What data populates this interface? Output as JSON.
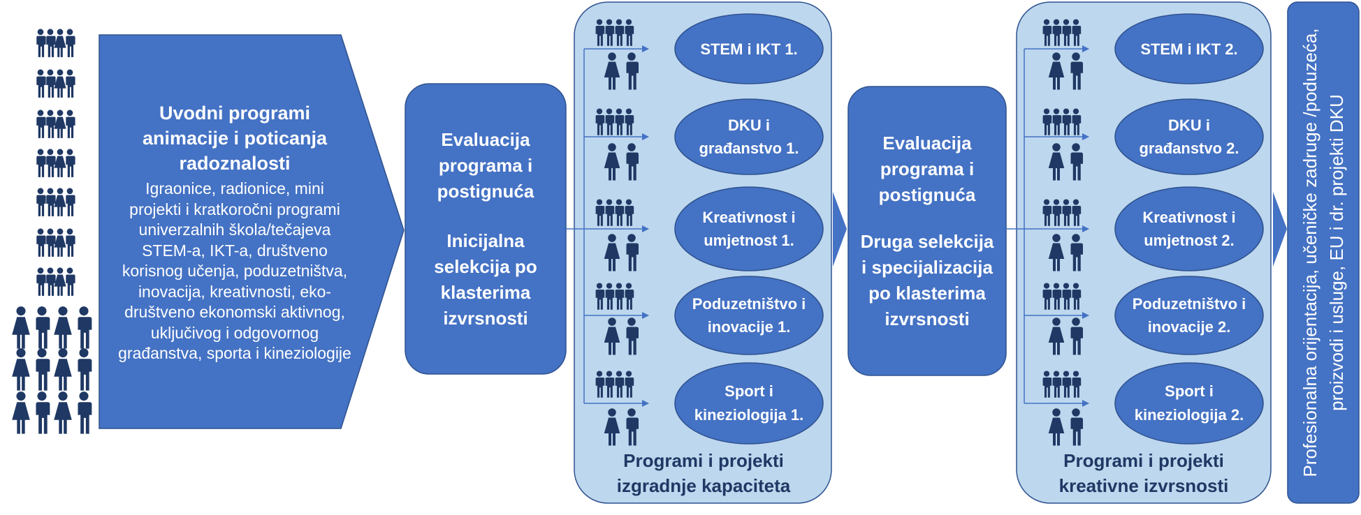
{
  "colors": {
    "primary": "#4472c4",
    "primary_dark": "#2f528f",
    "panel": "#bdd7ee",
    "person": "#1f3864",
    "connector": "#4472c4"
  },
  "intro": {
    "title": "Uvodni programi animacije i poticanja radoznalosti",
    "body": "Igraonice, radionice, mini projekti i kratkoročni programi univerzalnih škola/tečajeva STEM-a, IKT-a, društveno korisnog učenja, poduzetništva, inovacija, kreativnosti, eko-društveno ekonomski aktivnog, uključivog i odgovornog građanstva, sporta i kineziologije"
  },
  "evaluation1": {
    "title": "Evaluacija programa i postignuća",
    "subtitle": "Inicijalna selekcija po klasterima izvrsnosti"
  },
  "evaluation2": {
    "title": "Evaluacija programa i postignuća",
    "subtitle": "Druga selekcija i specijalizacija po klasterima izvrsnosti"
  },
  "panel1": {
    "footer": "Programi i projekti izgradnje kapaciteta",
    "items": [
      "STEM i IKT 1.",
      "DKU i građanstvo 1.",
      "Kreativnost i umjetnost 1.",
      "Poduzetništvo i inovacije 1.",
      "Sport i kineziologija 1."
    ]
  },
  "panel2": {
    "footer": "Programi i projekti kreativne izvrsnosti",
    "items": [
      "STEM i IKT 2.",
      "DKU i građanstvo 2.",
      "Kreativnost i umjetnost 2.",
      "Poduzetništvo i inovacije 2.",
      "Sport i kineziologija 2."
    ]
  },
  "final": {
    "text": "Profesionalna orijentacija, učeničke zadruge /poduzeća, proizvodi i usluge, EU i dr. projekti DKU"
  }
}
